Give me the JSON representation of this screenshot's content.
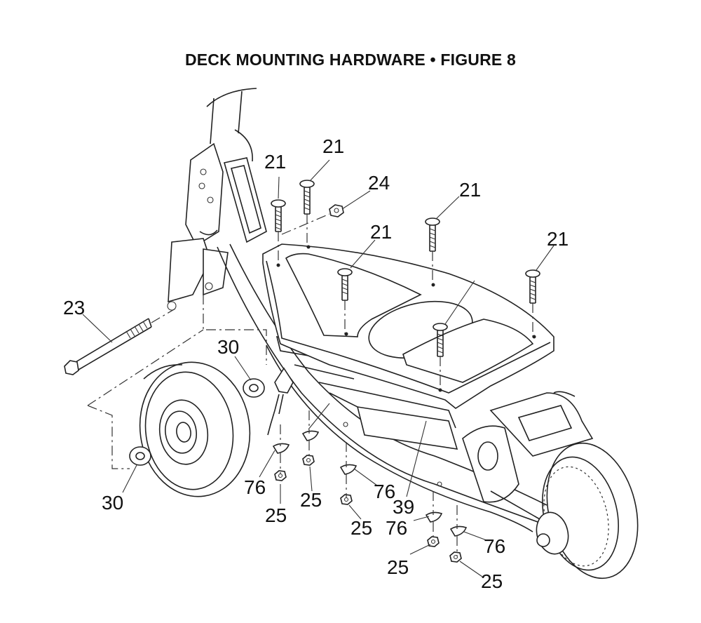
{
  "figure": {
    "title": "DECK MOUNTING HARDWARE  •  FIGURE 8"
  },
  "callouts": {
    "c21_a": "21",
    "c21_b": "21",
    "c21_c": "21",
    "c21_d": "21",
    "c21_e": "21",
    "c24": "24",
    "c23": "23",
    "c30_a": "30",
    "c30_b": "30",
    "c76_a": "76",
    "c76_b": "76",
    "c76_c": "76",
    "c76_d": "76",
    "c25_a": "25",
    "c25_b": "25",
    "c25_c": "25",
    "c25_d": "25",
    "c25_e": "25",
    "c39": "39"
  }
}
